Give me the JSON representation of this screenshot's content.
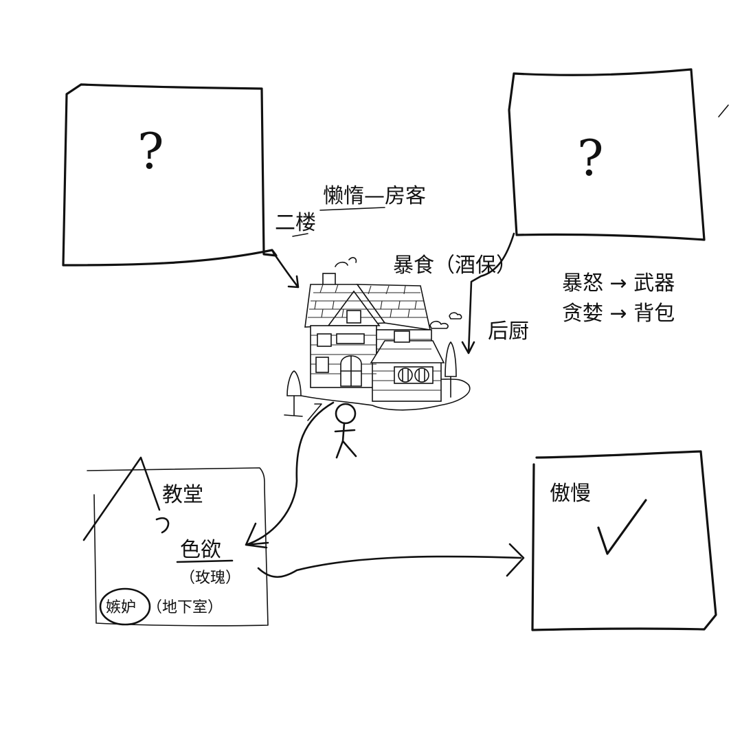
{
  "rooms": {
    "top_left": {
      "mark": "?"
    },
    "top_right": {
      "mark": "?"
    },
    "church": {
      "label": "教堂",
      "sub": "色欲",
      "sub_note": "（玫瑰）",
      "basement": "嫉妒",
      "basement_note": "（地下室）"
    },
    "bottom_right": {
      "label": "傲慢",
      "mark": "✓"
    }
  },
  "labels": {
    "second_floor": "二楼",
    "lazy_guest": "懒惰—房客",
    "gluttony_bartender": "暴食（酒保）",
    "back_kitchen": "后厨",
    "wrath_weapon": "暴怒 → 武器",
    "greed_backpack": "贪婪 → 背包"
  },
  "colors": {
    "ink": "#111111",
    "paper": "#ffffff"
  }
}
